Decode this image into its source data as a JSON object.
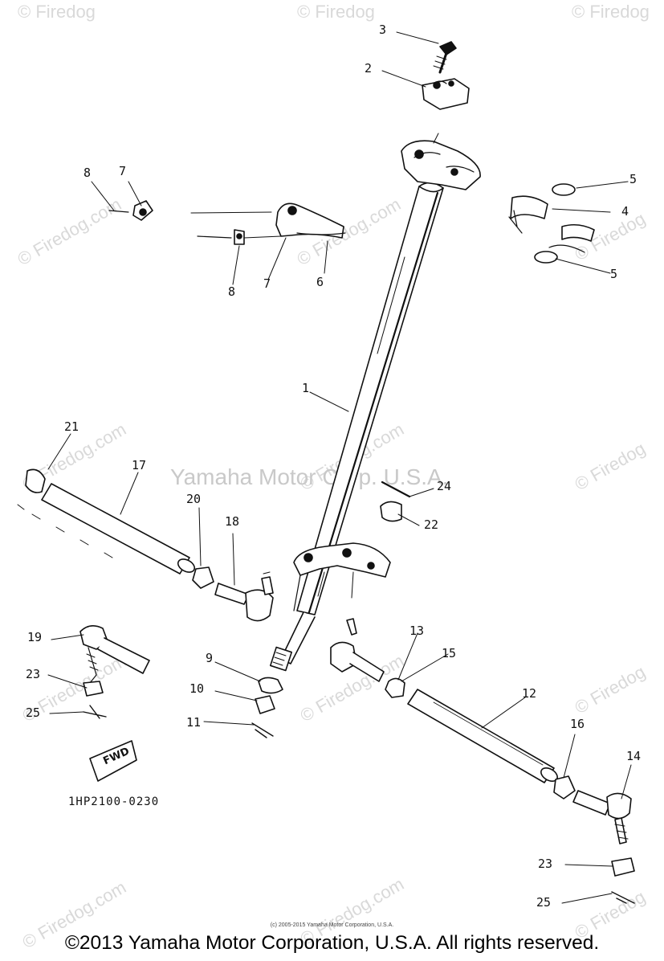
{
  "watermark": {
    "text": "© Firedog",
    "text_long": "© Firedog.com",
    "center": "Yamaha Motor Corp. U.S.A."
  },
  "callouts": [
    "3",
    "2",
    "5",
    "4",
    "5",
    "8",
    "7",
    "8",
    "7",
    "6",
    "1",
    "21",
    "17",
    "20",
    "18",
    "24",
    "22",
    "19",
    "23",
    "25",
    "9",
    "10",
    "11",
    "13",
    "15",
    "12",
    "16",
    "14",
    "23",
    "25"
  ],
  "fwd_label": "FWD",
  "part_code": "1HP2100-0230",
  "small_copyright": "(c) 2005-2015 Yamaha Motor Corporation, U.S.A.",
  "copyright": "©2013 Yamaha Motor Corporation, U.S.A. All rights reserved.",
  "colors": {
    "ink": "#111111",
    "watermark": "#d9d9d9",
    "background": "#ffffff"
  }
}
